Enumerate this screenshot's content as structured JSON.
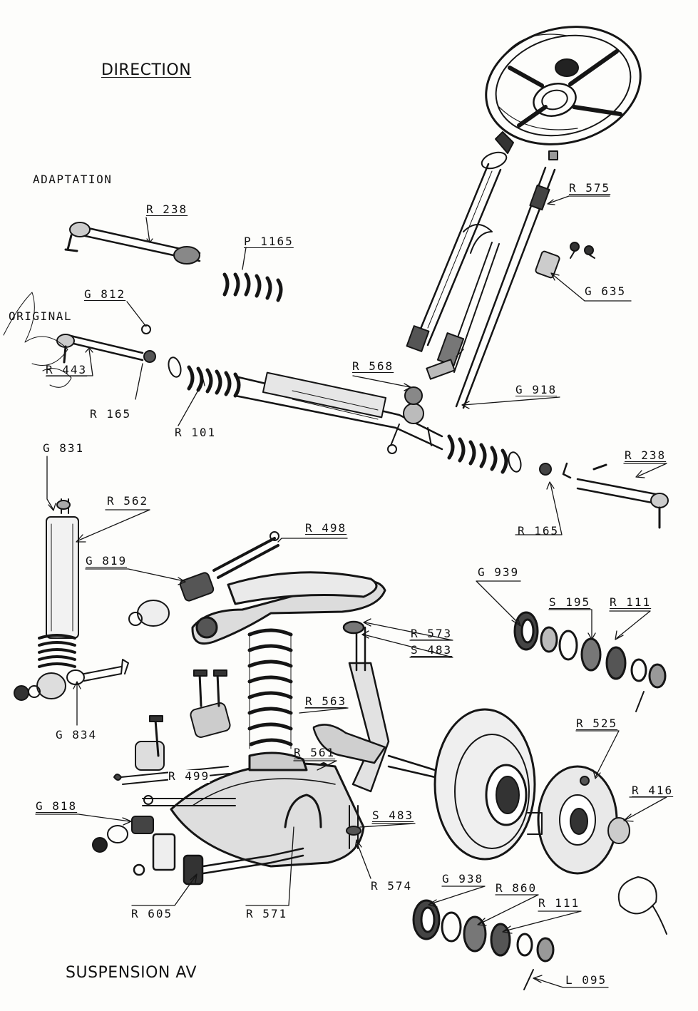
{
  "titles": {
    "direction": "DIRECTION",
    "adaptation": "ADAPTATION",
    "original": "ORIGINAL",
    "suspension": "SUSPENSION AV"
  },
  "callouts": [
    "R 238",
    "P 1165",
    "G 812",
    "R 443",
    "R 165",
    "R 101",
    "R 568",
    "G 918",
    "R 575",
    "G 635",
    "G 831",
    "R 562",
    "R 498",
    "G 819",
    "R 238",
    "R 165",
    "G 939",
    "S 195",
    "R 111",
    "R 573",
    "S 483",
    "G 834",
    "R 563",
    "R 561",
    "R 525",
    "R 416",
    "R 499",
    "G 818",
    "S 483",
    "R 574",
    "R 605",
    "R 571",
    "G 938",
    "R 860",
    "R 111",
    "L 095"
  ]
}
